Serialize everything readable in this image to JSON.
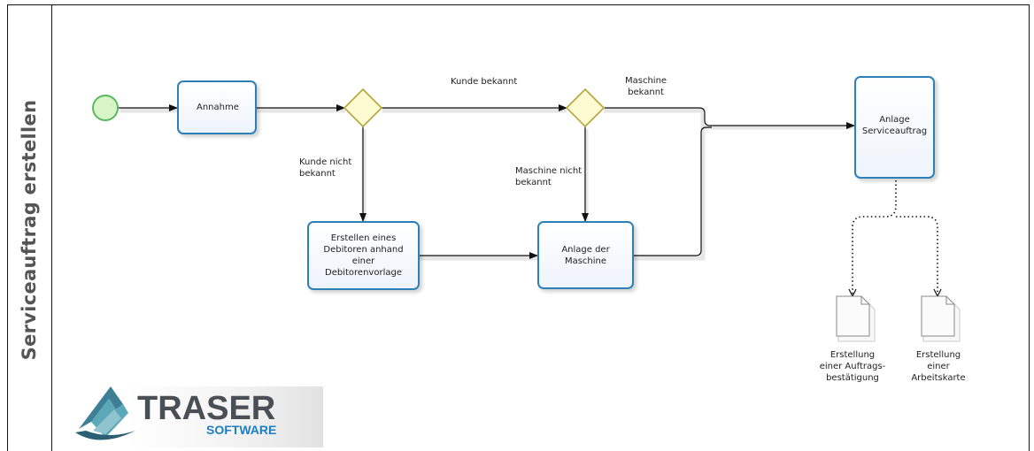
{
  "lane": {
    "label": "Serviceauftrag erstellen"
  },
  "tasks": {
    "annahme": "Annahme",
    "debitor": "Erstellen eines\nDebitoren anhand\neiner Debitorenvorlage",
    "maschine": "Anlage der\nMaschine",
    "serviceauftrag": "Anlage\nServiceauftrag"
  },
  "flow_labels": {
    "kunde_bekannt": "Kunde bekannt",
    "kunde_nicht_bekannt": "Kunde nicht\nbekannt",
    "maschine_bekannt": "Maschine\nbekannt",
    "maschine_nicht_bekannt": "Maschine nicht\nbekannt"
  },
  "documents": {
    "auftragsbestaetigung": "Erstellung\neiner Auftrags-\nbestätigung",
    "arbeitskarte": "Erstellung\neiner\nArbeitskarte"
  },
  "logo": {
    "main": "TRASER",
    "sub": "SOFTWARE"
  },
  "colors": {
    "task_border": "#2d7fb8",
    "start_event_fill": "#d8f5c8",
    "start_event_stroke": "#5cb85c",
    "gateway_fill": "#fdfbd2",
    "gateway_stroke": "#b5a53a",
    "logo_text": "#4a4f55",
    "logo_accent": "#1d7fc0"
  }
}
